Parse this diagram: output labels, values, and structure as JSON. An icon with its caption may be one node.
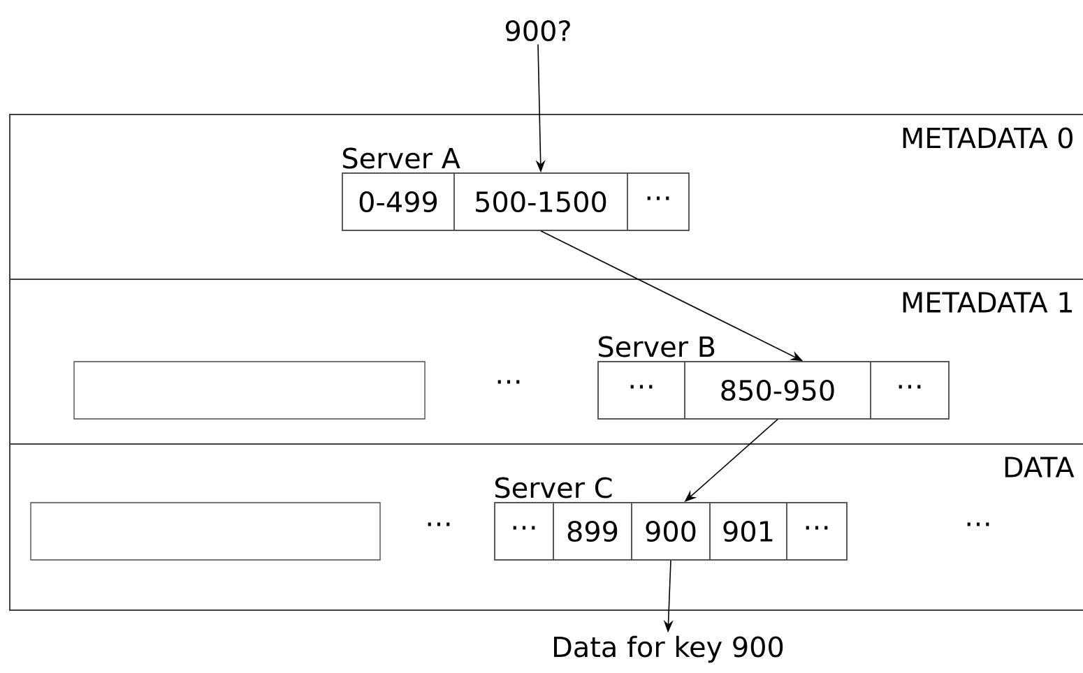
{
  "diagram": {
    "nodes": [
      {
        "text": [
          "METADATA 0"
        ]
      },
      {
        "text": [
          "Server A"
        ],
        "in": 0
      },
      {
        "text": [
          "0-499"
        ],
        "in": 1
      },
      {
        "text": [
          "500-1500"
        ],
        "in": 1
      },
      {
        "text": [
          "⋯"
        ],
        "in": 1
      },
      {
        "text": [
          "METADATA 1"
        ]
      },
      {
        "text": [],
        "shape": "box",
        "in": 5
      },
      {
        "text": [
          "Server B"
        ],
        "in": 5
      },
      {
        "text": [
          "⋯"
        ],
        "in": 7
      },
      {
        "text": [
          "850-950"
        ],
        "in": 7
      },
      {
        "text": [
          "⋯"
        ],
        "in": 7
      },
      {
        "text": [
          "DATA"
        ]
      },
      {
        "text": [],
        "shape": "box",
        "in": 11
      },
      {
        "text": [
          "Server C"
        ],
        "in": 11
      },
      {
        "text": [
          "⋯"
        ],
        "in": 13
      },
      {
        "text": [
          "899"
        ],
        "in": 13
      },
      {
        "text": [
          "900"
        ],
        "in": 13
      },
      {
        "text": [
          "901"
        ],
        "in": 13
      },
      {
        "text": [
          "⋯"
        ],
        "in": 13
      },
      {
        "text": [
          "900?"
        ]
      },
      {
        "text": [
          "Data for key 900"
        ]
      }
    ],
    "edges": [
      {
        "from": 19,
        "to": 3,
        "arrow": "to"
      },
      {
        "from": 3,
        "to": 7,
        "arrow": "to"
      },
      {
        "from": 9,
        "to": 13,
        "arrow": "to"
      },
      {
        "from": 16,
        "to": 20,
        "arrow": "to"
      }
    ],
    "labels": [
      "⋯",
      "⋯",
      "⋯"
    ]
  }
}
